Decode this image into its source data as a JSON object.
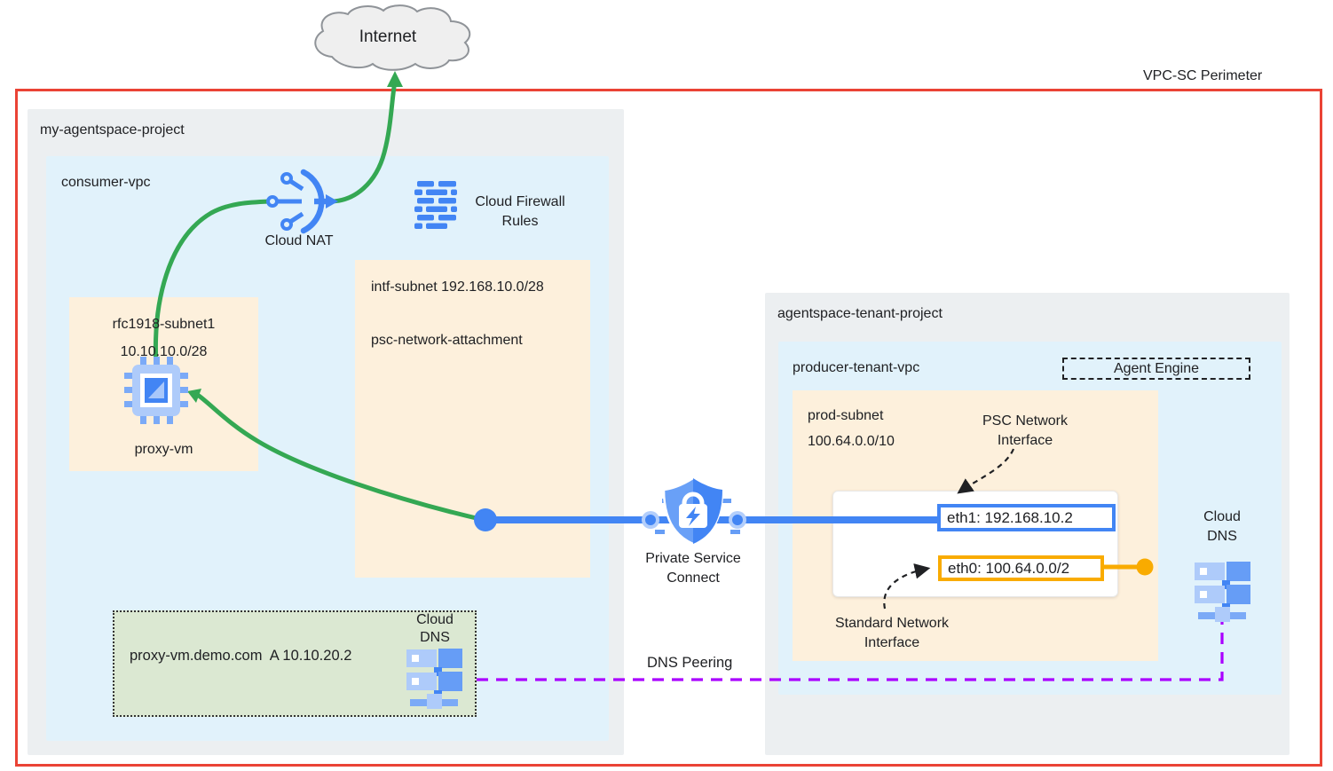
{
  "diagram": {
    "perimeter_label": "VPC-SC Perimeter",
    "internet_label": "Internet",
    "dns_peering_label": "DNS Peering",
    "psc": {
      "line1": "Private Service",
      "line2": "Connect"
    },
    "consumer_project": {
      "title": "my-agentspace-project",
      "vpc_title": "consumer-vpc",
      "cloud_nat_label": "Cloud NAT",
      "firewall": {
        "line1": "Cloud Firewall",
        "line2": "Rules"
      },
      "intf_subnet": {
        "line1": "intf-subnet 192.168.10.0/28",
        "line2": "psc-network-attachment"
      },
      "rfc1918_subnet": {
        "name": "rfc1918-subnet1",
        "cidr": "10.10.10.0/28",
        "vm": "proxy-vm"
      },
      "dns_zone": {
        "record": "proxy-vm.demo.com  A 10.10.20.2",
        "label1": "Cloud",
        "label2": "DNS"
      }
    },
    "tenant_project": {
      "title": "agentspace-tenant-project",
      "vpc_title": "producer-tenant-vpc",
      "agent_engine_label": "Agent Engine",
      "prod_subnet": {
        "name": "prod-subnet",
        "cidr": "100.64.0.0/10"
      },
      "psc_interface": {
        "line1": "PSC Network",
        "line2": "Interface",
        "value": "eth1: 192.168.10.2"
      },
      "standard_interface": {
        "line1": "Standard Network",
        "line2": "Interface",
        "value": "eth0: 100.64.0.0/2"
      },
      "cloud_dns": {
        "label1": "Cloud",
        "label2": "DNS"
      }
    },
    "colors": {
      "perimeter_red": "#ea4335",
      "flow_green": "#34a853",
      "psc_blue": "#4285f4",
      "dns_peering_purple": "#aa00ff",
      "standard_interface_yellow": "#f9ab00",
      "subnet_peach": "#fdf0dc",
      "vpc_blue": "#e1f2fb",
      "project_gray": "#eceff1",
      "dns_zone_green": "#dbe8d2"
    }
  }
}
